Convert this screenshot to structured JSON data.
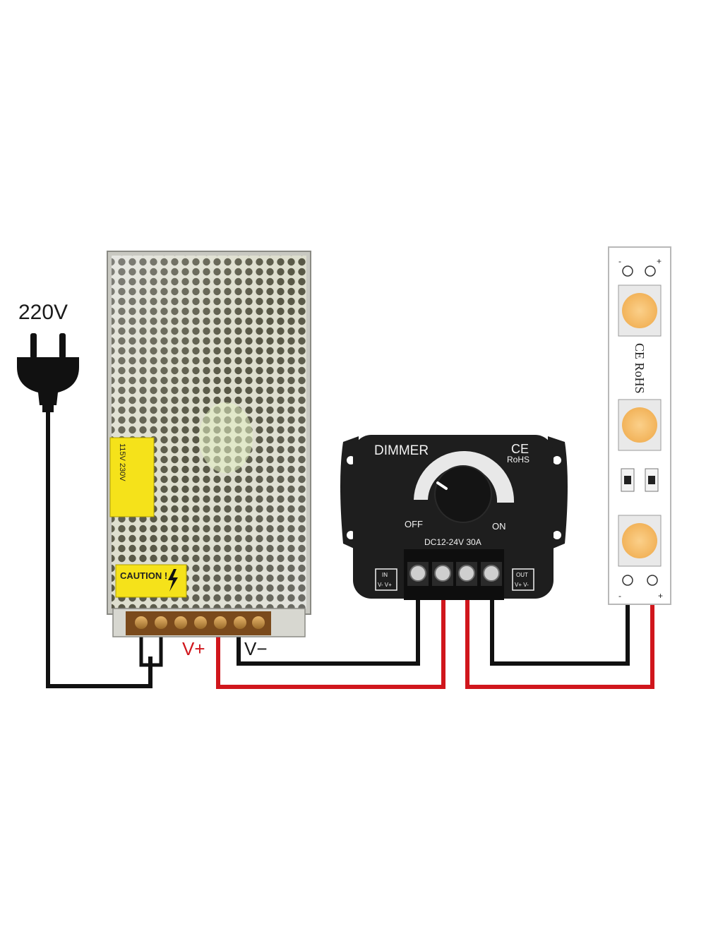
{
  "plug": {
    "voltage_label": "220V",
    "icon": "power-plug-icon"
  },
  "power_supply": {
    "terminal_vplus_label": "V+",
    "terminal_vminus_label": "V−",
    "voltage_switch_label": "115V  230V",
    "caution_label": "CAUTION !",
    "icon": "power-supply-icon"
  },
  "dimmer": {
    "title": "DIMMER",
    "ce_mark": "CE",
    "rohs_mark": "RoHS",
    "knob_off_label": "OFF",
    "knob_on_label": "ON",
    "rating_label": "DC12-24V  30A",
    "in_label": "IN",
    "in_pins_label": "V- V+",
    "out_label": "OUT",
    "out_pins_label": "V+ V-"
  },
  "led_strip": {
    "top_minus": "-",
    "top_plus": "+",
    "bottom_minus": "-",
    "bottom_plus": "+",
    "cert_label": "CE RoHS"
  },
  "colors": {
    "positive_wire": "#d0161c",
    "negative_wire": "#111111",
    "led_glow": "#f6bd62",
    "label_yellow": "#f5e21a",
    "dimmer_body": "#1e1e1e"
  }
}
